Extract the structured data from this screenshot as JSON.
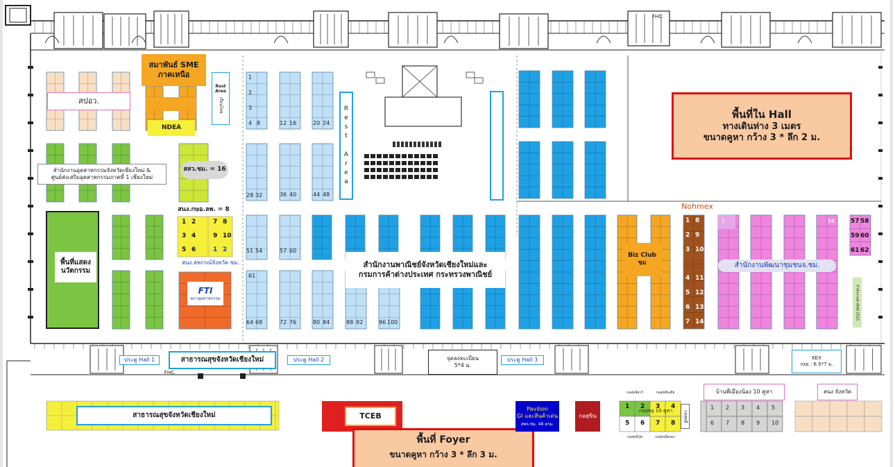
{
  "hall_info": {
    "title": "พื้นที่ใน Hall",
    "line1": "ทางเดินห่าง 3 เมตร",
    "line2": "ขนาดคูหา กว้าง 3 * ลึก 2 ม."
  },
  "foyer_info": {
    "title": "พื้นที่ Foyer",
    "line1": "ขนาดคูหา กว้าง 3 * ลึก 3 ม."
  },
  "zones": {
    "sme": "สมาพันธ์ SME\nภาคเหนือ",
    "ndea": "NDEA",
    "spor": "สปอว.",
    "industry_office": "สำนักงานอุตสาหกรรมจังหวัดเชียงใหม่ &\nศูนย์ส่งเสริมอุตสาหกรรมภาคที่ 1 เชียงใหม่",
    "ssw": "สสว.ชม. = 16",
    "snk": "สนง.กษอ.ลพ. = 8",
    "coop": "สนง.สหกรณ์จังหวัด ชม.",
    "innovation": "พื้นที่แสดง\nนวัตกรรม",
    "fti": "FTI",
    "fti_sub": "สภาอุตสาหกรรม",
    "rest_small": "Rest\nArea",
    "rest_small_sub": "เรือนไทย",
    "rest_area": "R\ne\ns\nt\n\nA\nr\ne\na",
    "commerce": "สำนักงานพาณิชย์จังหวัดเชียงใหม่และ\nกรมการค้าต่างประเทศ กระทรวงพาณิชย์",
    "nohmex": "Nohmex",
    "bizclub": "Biz Club\nชม",
    "community": "สำนักงานพัฒนาชุมชนจ.ชม.",
    "community_small": "สำนักงานพาณิชย์ 2015",
    "health_top": "สาธารณสุขจังหวัดเชียงใหม่",
    "health_bottom": "สาธารณสุขจังหวัดเชียงใหม่",
    "registration": "จุดลงทะเบียน\n5*4 ม.",
    "tceb": "TCEB",
    "pavilion": "Pavilion\nGI และสินค้าเด่น",
    "pavilion_sub": "สพจ.ชม. 48 ตรม.",
    "gosubin": "กอสุขิน",
    "village": "บ้านพี่เมืองน้อง 10 คูหา",
    "province": "สนง จังหวัด",
    "kex": "KEX\nกxย : 6.5*7 ม.",
    "gosu_tag": "กอสุขอุ 10 คูหา",
    "gosu_top_a": "กอสุขอีสาร์",
    "gosu_top_b": "กอสุขอีนเดีย",
    "gosu_bot_a": "กอสุขอีปุ่น",
    "gosu_bot_b": "กอสุขเมียนมา",
    "gosu_side": "กอสุขอี"
  },
  "doors": {
    "hall1": "ประตู Hall 1",
    "hall2": "ประตู Hall 2",
    "hall3": "ประตู Hall 3"
  },
  "wall_marks": {
    "fhc": "FHC.",
    "fhc_bottom": "FHC."
  },
  "booth_numbers": {
    "blue_a": [
      [
        "1",
        "2",
        "3",
        "4",
        "8"
      ],
      [
        "12",
        "16"
      ],
      [
        "20",
        "24"
      ],
      [
        "28",
        "32"
      ],
      [
        "36",
        "40"
      ],
      [
        "44",
        "48"
      ]
    ],
    "blue_b": [
      [
        "51",
        "54"
      ],
      [
        "57",
        "60"
      ],
      [
        "61"
      ],
      [
        "64",
        "68"
      ],
      [
        "72",
        "76"
      ],
      [
        "80",
        "84"
      ],
      [
        "88",
        "92"
      ],
      [
        "96",
        "100"
      ]
    ],
    "nohmex_rows": [
      [
        "1",
        "8"
      ],
      [
        "2",
        "9"
      ],
      [
        "3",
        "10"
      ],
      [
        "4",
        "11"
      ],
      [
        "5",
        "12"
      ],
      [
        "6",
        "13"
      ],
      [
        "7",
        "14"
      ]
    ],
    "right_rows": [
      [
        "57",
        "58"
      ],
      [
        "59",
        "60"
      ],
      [
        "61",
        "62"
      ]
    ],
    "pink_first": "1",
    "pink_last": "56",
    "snk_rows": [
      [
        "1",
        "2",
        "7",
        "8"
      ],
      [
        "3",
        "4",
        "9",
        "10"
      ],
      [
        "5",
        "6",
        "1",
        "2"
      ]
    ],
    "gosu_grid": [
      "1",
      "2",
      "3",
      "4",
      "5",
      "6",
      "7",
      "8"
    ],
    "village_grid": [
      "1",
      "2",
      "3",
      "4",
      "5",
      "6",
      "7",
      "8",
      "9",
      "10"
    ]
  },
  "colors": {
    "light_blue": "#bfe0f7",
    "blue": "#1fa0e4",
    "green": "#7bc542",
    "lime": "#cde63a",
    "yellow": "#f5ef3a",
    "orange": "#f5a623",
    "peach": "#f8dfc4",
    "pink": "#ef85de",
    "brown": "#a0521e",
    "red": "#e02020",
    "navy": "#0000cc",
    "maroon": "#b01c22",
    "fti_orange": "#f06a2a",
    "info_fill": "#f9c9a2",
    "info_border": "#e01010"
  }
}
